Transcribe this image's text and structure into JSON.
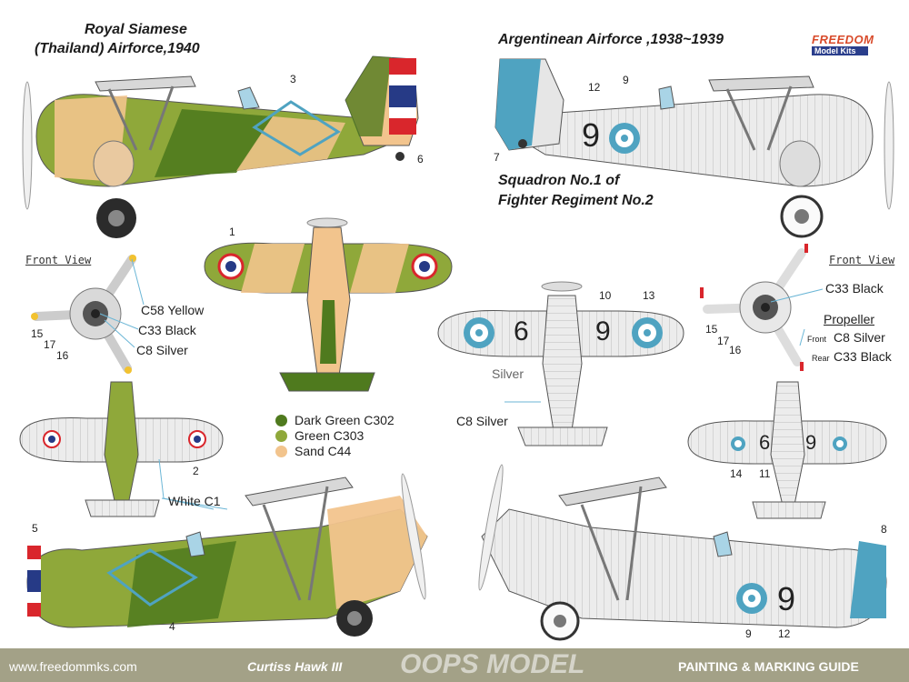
{
  "header": {
    "left_title_line1": "Royal Siamese",
    "left_title_line2": "(Thailand) Airforce,1940",
    "right_title": "Argentinean Airforce ,1938~1939",
    "right_subtitle_line1": "Squadron No.1 of",
    "right_subtitle_line2": "Fighter Regiment No.2",
    "logo_line1": "FREEDOM",
    "logo_line2": "Model Kits"
  },
  "front_view_label": "Front View",
  "left_front_view": {
    "callouts": [
      "C58 Yellow",
      "C33 Black",
      "C8 Silver"
    ],
    "numbers": [
      "15",
      "17",
      "16"
    ]
  },
  "right_front_view": {
    "callout_black": "C33 Black",
    "propeller_label": "Propeller",
    "front_word": "Front",
    "front_color": "C8 Silver",
    "rear_word": "Rear",
    "rear_color": "C33 Black",
    "numbers": [
      "15",
      "17",
      "16"
    ]
  },
  "legend": [
    {
      "label": "Dark Green C302",
      "color": "#4f7a1e"
    },
    {
      "label": "Green C303",
      "color": "#8fa83a"
    },
    {
      "label": "Sand C44",
      "color": "#f2c48d"
    }
  ],
  "callouts": {
    "white": "White C1",
    "silver": "C8 Silver",
    "silver_partial": "Silver"
  },
  "aircraft_codes": {
    "argentine_side": "9",
    "argentine_top": [
      "6",
      "9"
    ],
    "argentine_bottom": [
      "6",
      "9"
    ],
    "argentine_side2": "9"
  },
  "marker_numbers": {
    "thai_side_top": [
      "3",
      "6"
    ],
    "arg_side_top": [
      "12",
      "9",
      "7"
    ],
    "thai_top": [
      "1"
    ],
    "arg_top": [
      "10",
      "13"
    ],
    "thai_bottom": [
      "2"
    ],
    "arg_bottom": [
      "14",
      "11"
    ],
    "thai_side_bottom": [
      "5",
      "4"
    ],
    "arg_side_bottom": [
      "8",
      "9",
      "12"
    ]
  },
  "footer": {
    "website": "www.freedommks.com",
    "model": "Curtiss Hawk III",
    "watermark": "OOPS MODEL",
    "guide": "PAINTING & MARKING GUIDE"
  },
  "colors": {
    "dark_green": "#4f7a1e",
    "green": "#8fa83a",
    "sand": "#f2c48d",
    "silver": "#e6e6e6",
    "roundel_blue": "#4fa3c1",
    "footer": "#a3a187",
    "thai_red": "#d9262c",
    "thai_blue": "#263a86"
  }
}
